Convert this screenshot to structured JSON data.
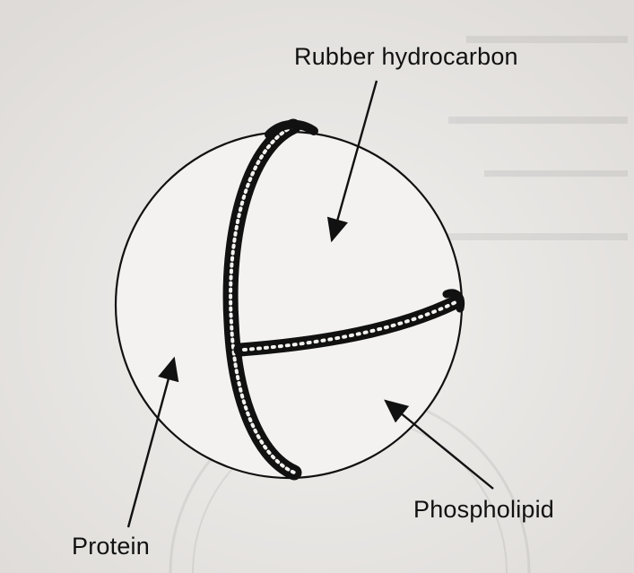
{
  "labels": {
    "rubber": "Rubber hydrocarbon",
    "phospholipid": "Phospholipid",
    "protein": "Protein"
  },
  "colors": {
    "background": "#e9e7e4",
    "ink": "#111111"
  }
}
